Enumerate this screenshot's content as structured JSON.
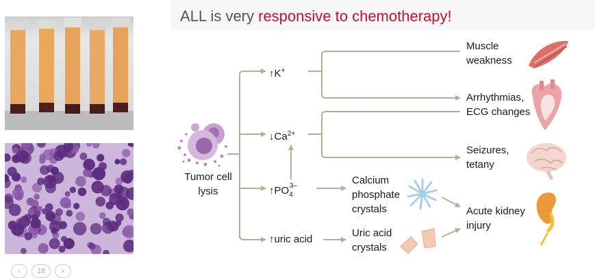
{
  "slide": {
    "title_prefix": "ALL is very ",
    "title_highlight": "responsive to chemotherapy!",
    "page_number": "18",
    "colors": {
      "highlight": "#c8102e",
      "arrow": "#b3ae96"
    }
  },
  "images": {
    "top": "blood-tubes-photo",
    "bottom": "leukemia-blood-smear-micrograph"
  },
  "diagram": {
    "source": [
      "Tumor cell",
      "lysis"
    ],
    "k": "K",
    "k_sup": "+",
    "ca": "Ca",
    "ca_sup": "2+",
    "po4": "PO",
    "po4_sub": "4",
    "po4_sup": "3–",
    "uric": "uric acid",
    "muscle": [
      "Muscle",
      "weakness"
    ],
    "arrhythmia": [
      "Arrhythmias,",
      "ECG changes"
    ],
    "seizures": [
      "Seizures,",
      "tetany"
    ],
    "calcium_crystals": [
      "Calcium",
      "phosphate",
      "crystals"
    ],
    "uric_crystals": [
      "Uric acid",
      "crystals"
    ],
    "aki": [
      "Acute kidney",
      "injury"
    ]
  }
}
